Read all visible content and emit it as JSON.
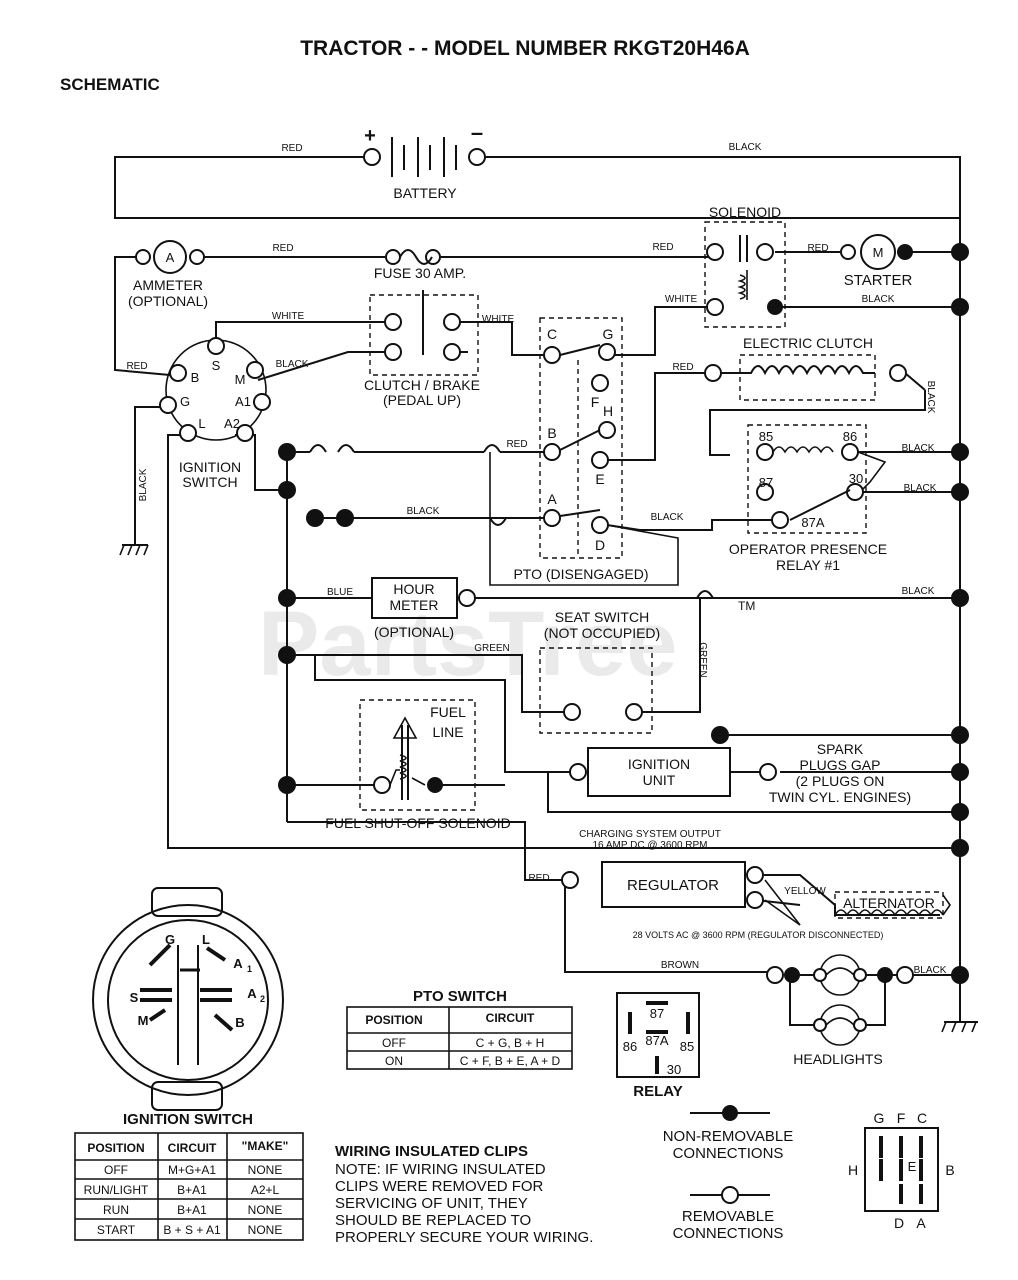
{
  "title": "TRACTOR - - MODEL NUMBER RKGT20H46A",
  "subtitle": "SCHEMATIC",
  "watermark": "PartsTree",
  "trademark": "TM",
  "components": {
    "battery": "BATTERY",
    "battery_plus": "+",
    "battery_minus": "–",
    "ammeter_symbol": "A",
    "ammeter": "AMMETER",
    "ammeter_optional": "(OPTIONAL)",
    "fuse": "FUSE 30 AMP.",
    "solenoid": "SOLENOID",
    "starter": "STARTER",
    "starter_symbol": "M",
    "clutch_brake": "CLUTCH / BRAKE",
    "pedal_up": "(PEDAL UP)",
    "electric_clutch": "ELECTRIC CLUTCH",
    "ignition_switch_label_1": "IGNITION",
    "ignition_switch_label_2": "SWITCH",
    "pto": "PTO (DISENGAGED)",
    "operator_relay_1": "OPERATOR PRESENCE",
    "operator_relay_2": "RELAY #1",
    "hour_meter_1": "HOUR",
    "hour_meter_2": "METER",
    "hour_meter_optional": "(OPTIONAL)",
    "seat_switch_1": "SEAT SWITCH",
    "seat_switch_2": "(NOT OCCUPIED)",
    "fuel_line_1": "FUEL",
    "fuel_line_2": "LINE",
    "fuel_solenoid": "FUEL SHUT-OFF SOLENOID",
    "ignition_unit_1": "IGNITION",
    "ignition_unit_2": "UNIT",
    "spark_1": "SPARK",
    "spark_2": "PLUGS GAP",
    "spark_3": "(2 PLUGS ON",
    "spark_4": "TWIN CYL. ENGINES)",
    "charging_1": "CHARGING SYSTEM OUTPUT",
    "charging_2": "16 AMP DC @ 3600 RPM",
    "regulator": "REGULATOR",
    "alternator": "ALTERNATOR",
    "alternator_note": "28 VOLTS AC @ 3600 RPM (REGULATOR DISCONNECTED)",
    "headlights": "HEADLIGHTS",
    "relay": "RELAY"
  },
  "terminals": {
    "ign": {
      "B": "B",
      "S": "S",
      "M": "M",
      "G": "G",
      "A1": "A1",
      "L": "L",
      "A2": "A2"
    },
    "pto": {
      "C": "C",
      "G": "G",
      "F": "F",
      "H": "H",
      "B": "B",
      "E": "E",
      "A": "A",
      "D": "D"
    },
    "relay": {
      "r85": "85",
      "r86": "86",
      "r87": "87",
      "r30": "30",
      "r87A": "87A"
    }
  },
  "wires": {
    "red": "RED",
    "black": "BLACK",
    "white": "WHITE",
    "blue": "BLUE",
    "green": "GREEN",
    "yellow": "YELLOW",
    "brown": "BROWN"
  },
  "ignition_face": {
    "G": "G",
    "L": "L",
    "A1": "A",
    "A1_sub": "1",
    "S": "S",
    "A2": "A",
    "A2_sub": "2",
    "M": "M",
    "B": "B"
  },
  "pto_table": {
    "title": "PTO SWITCH",
    "headers": [
      "POSITION",
      "CIRCUIT"
    ],
    "rows": [
      [
        "OFF",
        "C + G, B + H"
      ],
      [
        "ON",
        "C + F, B + E, A + D"
      ]
    ]
  },
  "ignition_table": {
    "title": "IGNITION SWITCH",
    "headers": [
      "POSITION",
      "CIRCUIT",
      "\"MAKE\""
    ],
    "rows": [
      [
        "OFF",
        "M+G+A1",
        "NONE"
      ],
      [
        "RUN/LIGHT",
        "B+A1",
        "A2+L"
      ],
      [
        "RUN",
        "B+A1",
        "NONE"
      ],
      [
        "START",
        "B + S + A1",
        "NONE"
      ]
    ]
  },
  "notes": {
    "heading": "WIRING INSULATED CLIPS",
    "lines": [
      "NOTE: IF WIRING INSULATED",
      "CLIPS WERE REMOVED FOR",
      "SERVICING OF UNIT, THEY",
      "SHOULD BE REPLACED TO",
      "PROPERLY SECURE YOUR WIRING."
    ]
  },
  "legend": {
    "nonremovable_1": "NON-REMOVABLE",
    "nonremovable_2": "CONNECTIONS",
    "removable_1": "REMOVABLE",
    "removable_2": "CONNECTIONS"
  },
  "pto_pin_diagram": {
    "G": "G",
    "F": "F",
    "C": "C",
    "H": "H",
    "E": "E",
    "B": "B",
    "D": "D",
    "A": "A"
  }
}
